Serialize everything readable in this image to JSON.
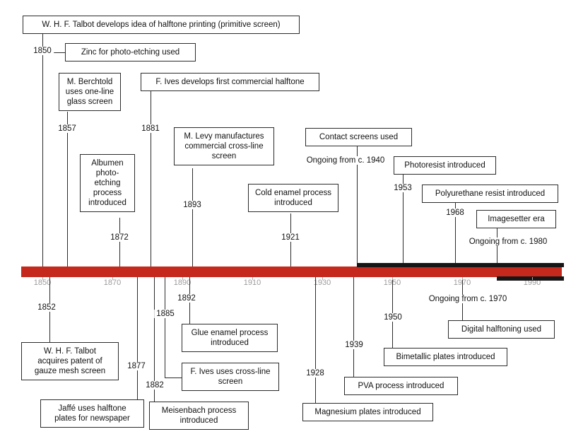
{
  "colors": {
    "timeline_red": "#c5281c",
    "ongoing_black": "#161616",
    "axis_gray": "#9b9b9b"
  },
  "axis": {
    "decades": [
      "1850",
      "1870",
      "1890",
      "1910",
      "1930",
      "1950",
      "1970",
      "1990"
    ]
  },
  "events": {
    "talbot_idea": {
      "label": "W. H. F. Talbot develops idea of halftone printing (primitive screen)",
      "year": "1850"
    },
    "zinc": {
      "label": "Zinc for photo-etching used"
    },
    "berchtold": {
      "label": "M. Berchtold uses one-line glass screen",
      "year": "1857"
    },
    "ives_commercial": {
      "label": "F. Ives develops first commercial halftone",
      "year": "1881"
    },
    "albumen": {
      "label": "Albumen photo-etching process introduced",
      "year": "1872"
    },
    "levy": {
      "label": "M. Levy manufactures commercial cross-line screen",
      "year": "1893"
    },
    "cold_enamel": {
      "label": "Cold enamel process introduced",
      "year": "1921"
    },
    "contact": {
      "label": "Contact screens used",
      "year": "Ongoing from c. 1940"
    },
    "photoresist": {
      "label": "Photoresist introduced",
      "year": "1953"
    },
    "polyurethane": {
      "label": "Polyurethane resist introduced",
      "year": "1968"
    },
    "imagesetter": {
      "label": "Imagesetter era",
      "year": "Ongoing from c. 1980"
    },
    "talbot_patent": {
      "label": "W. H. F. Talbot acquires patent of gauze mesh screen",
      "year": "1852"
    },
    "jaffe": {
      "label": "Jaffé uses halftone plates for newspaper",
      "year": "1877"
    },
    "meisenbach": {
      "label": "Meisenbach process introduced",
      "year": "1882"
    },
    "ives_crossline": {
      "label": "F. Ives uses cross-line screen",
      "year": "1885"
    },
    "glue_enamel": {
      "label": "Glue enamel process introduced",
      "year": "1892"
    },
    "magnesium": {
      "label": "Magnesium plates introduced",
      "year": "1928"
    },
    "pva": {
      "label": "PVA process introduced",
      "year": "1939"
    },
    "bimetallic": {
      "label": "Bimetallic plates introduced",
      "year": "1950"
    },
    "digital": {
      "label": "Digital halftoning used",
      "year": "Ongoing from c. 1970"
    }
  }
}
